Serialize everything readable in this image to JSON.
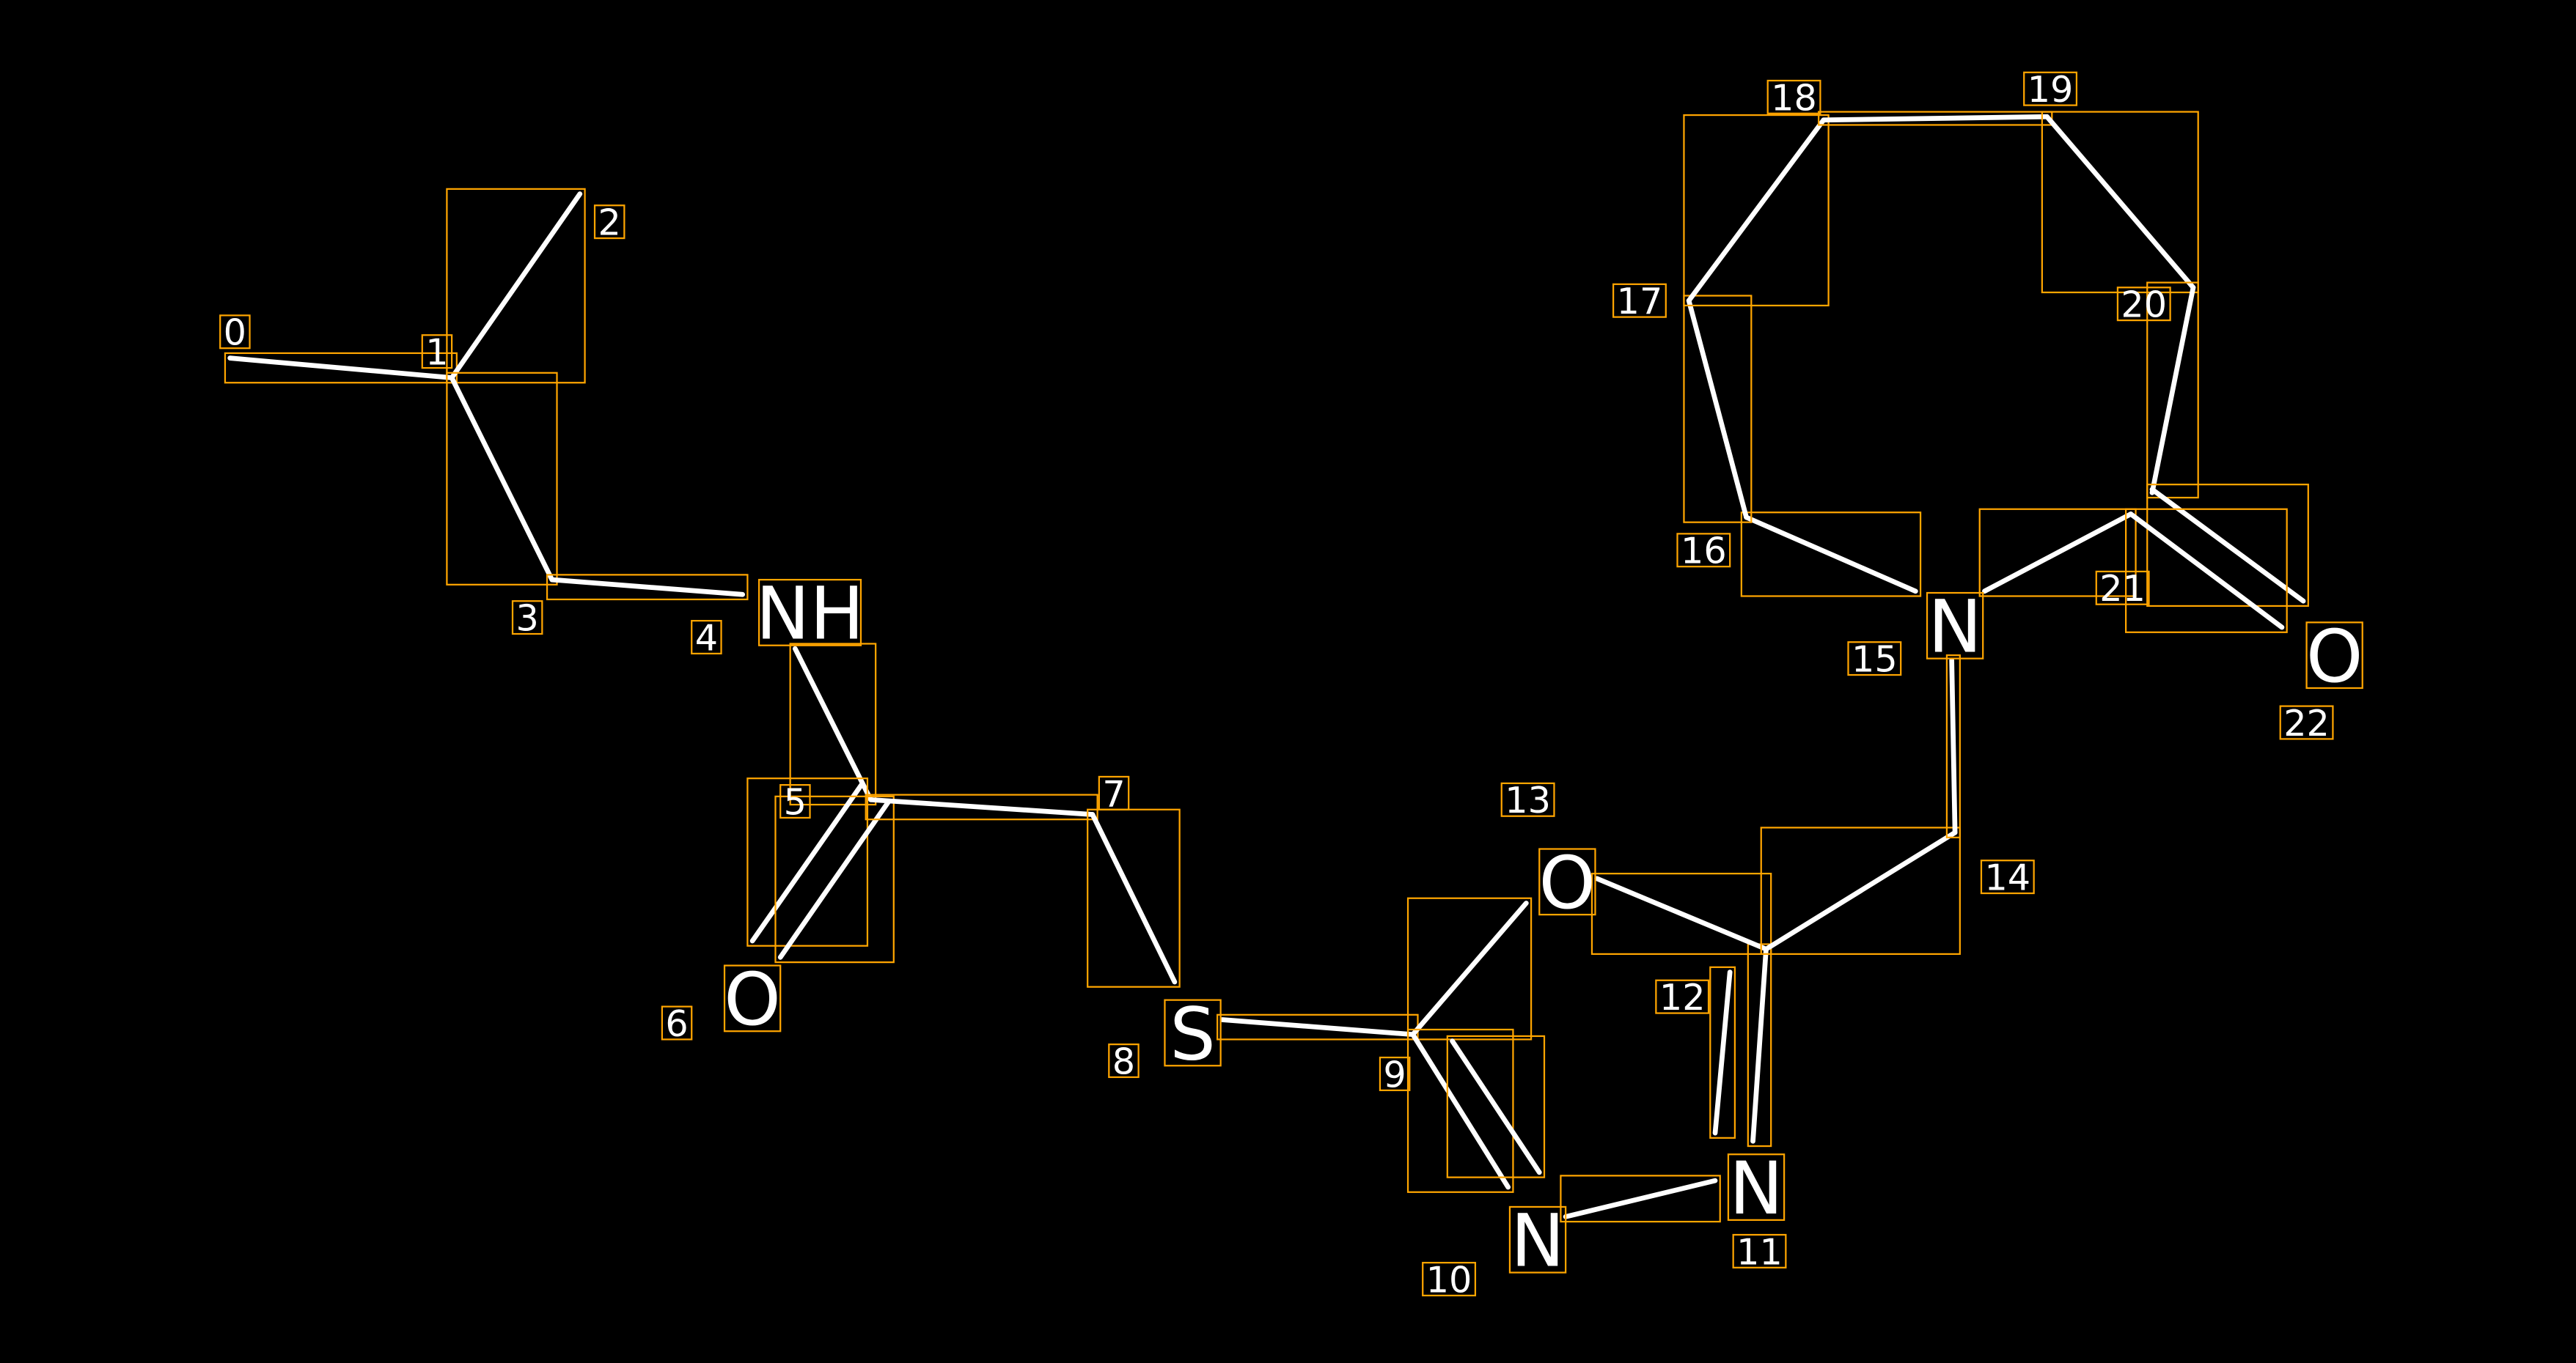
{
  "colors": {
    "background": "#000000",
    "bond": "#ffffff",
    "box": "#ffa500"
  },
  "atoms": [
    {
      "index": "0",
      "symbol": ""
    },
    {
      "index": "1",
      "symbol": ""
    },
    {
      "index": "2",
      "symbol": ""
    },
    {
      "index": "3",
      "symbol": ""
    },
    {
      "index": "4",
      "symbol": "NH"
    },
    {
      "index": "5",
      "symbol": ""
    },
    {
      "index": "6",
      "symbol": "O"
    },
    {
      "index": "7",
      "symbol": ""
    },
    {
      "index": "8",
      "symbol": "S"
    },
    {
      "index": "9",
      "symbol": ""
    },
    {
      "index": "10",
      "symbol": "N"
    },
    {
      "index": "11",
      "symbol": "N"
    },
    {
      "index": "12",
      "symbol": ""
    },
    {
      "index": "13",
      "symbol": "O"
    },
    {
      "index": "14",
      "symbol": ""
    },
    {
      "index": "15",
      "symbol": "N"
    },
    {
      "index": "16",
      "symbol": ""
    },
    {
      "index": "17",
      "symbol": ""
    },
    {
      "index": "18",
      "symbol": ""
    },
    {
      "index": "19",
      "symbol": ""
    },
    {
      "index": "20",
      "symbol": ""
    },
    {
      "index": "21",
      "symbol": ""
    },
    {
      "index": "22",
      "symbol": "O"
    }
  ]
}
